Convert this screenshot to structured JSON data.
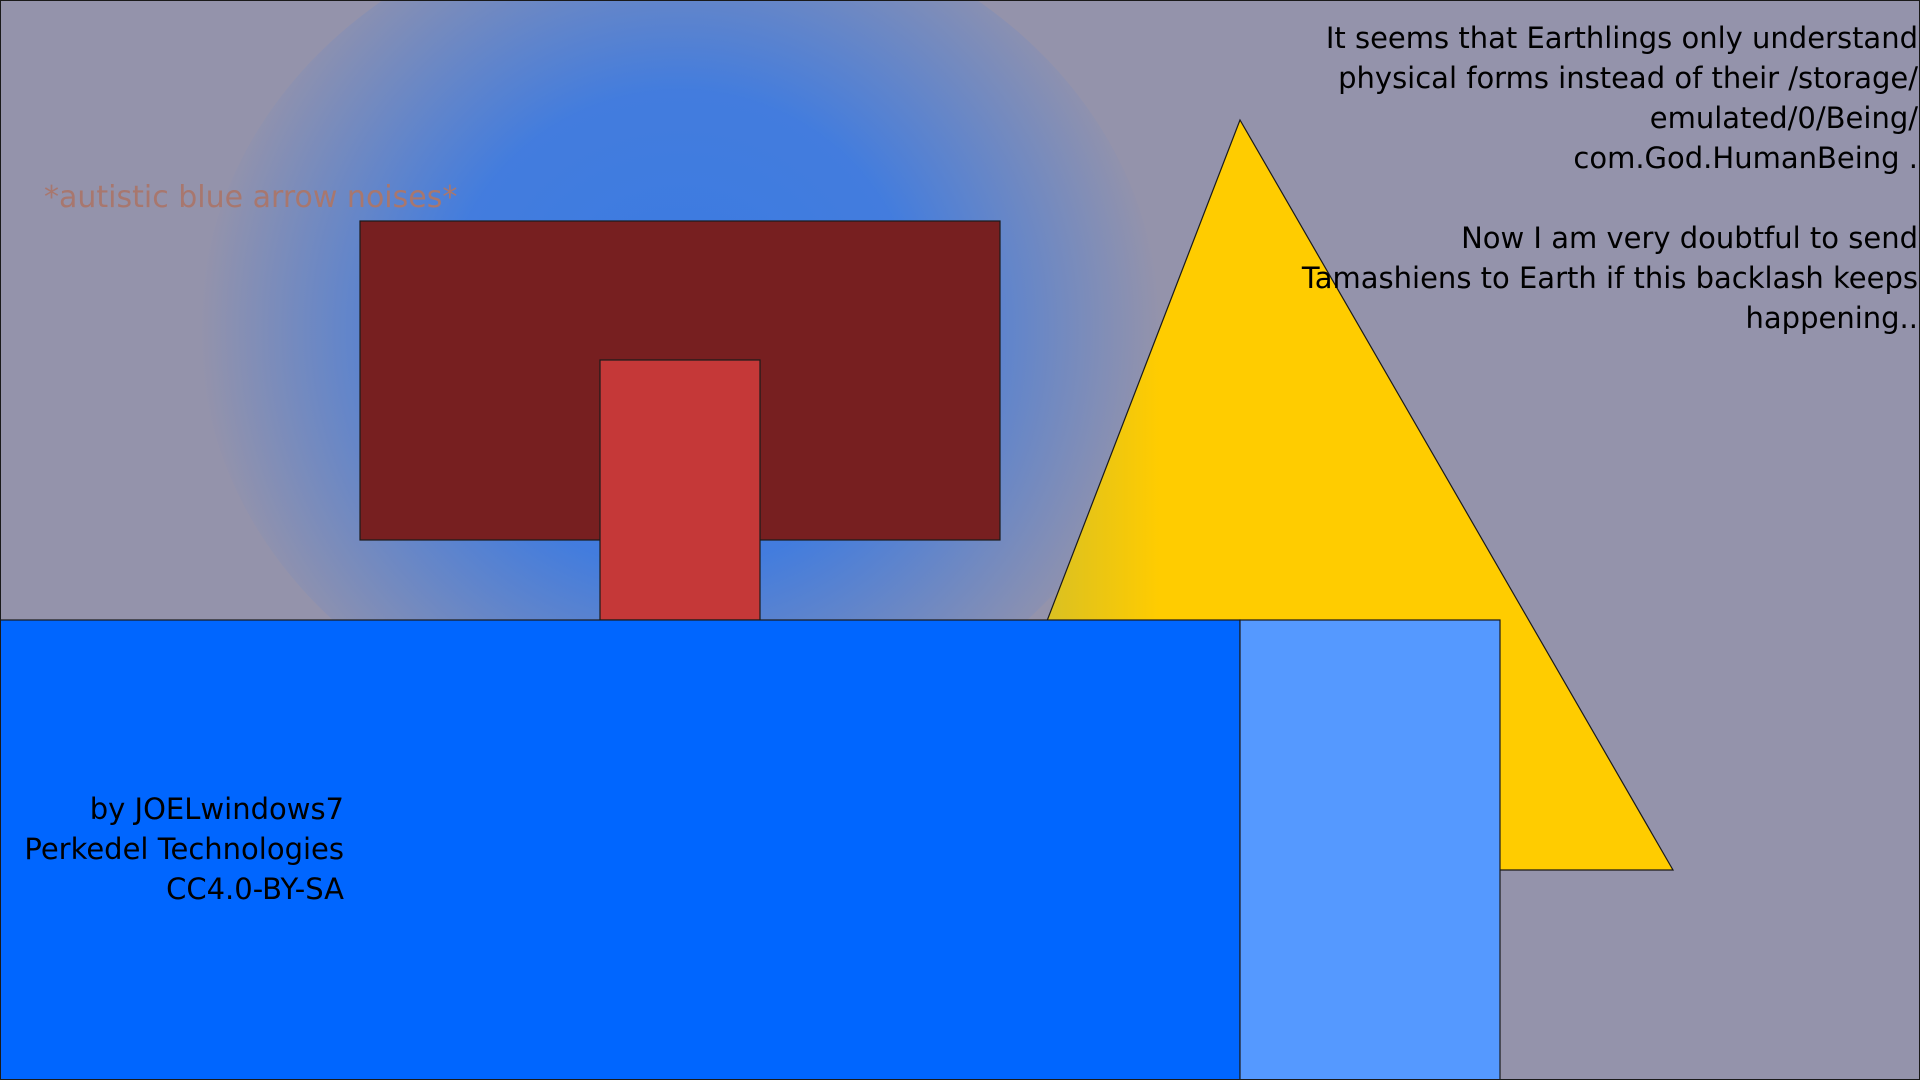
{
  "scene": {
    "quote": "It seems that Earthlings only understand\nphysical forms instead of their /storage/\nemulated/0/Being/\ncom.God.HumanBeing .\n\nNow I am very doubtful to send\nTamashiens to Earth if this backlash keeps\nhappening..",
    "noise_caption": "*autistic blue arrow noises*",
    "credits": "by JOELwindows7\nPerkedel Technologies\nCC4.0-BY-SA"
  },
  "colors": {
    "background": "#9493ab",
    "glow": "#3a7ae3",
    "dark_rectangle": "#771f20",
    "red_rectangle": "#c53838",
    "triangle_yellow": "#ffcc00",
    "triangle_olive": "#b7b542",
    "blue_block": "#0066ff",
    "light_blue_block": "#5599ff",
    "outline": "#1a1a1a",
    "quote_text": "#000000",
    "noise_text": "#a8776e",
    "credits_text": "#000000"
  }
}
